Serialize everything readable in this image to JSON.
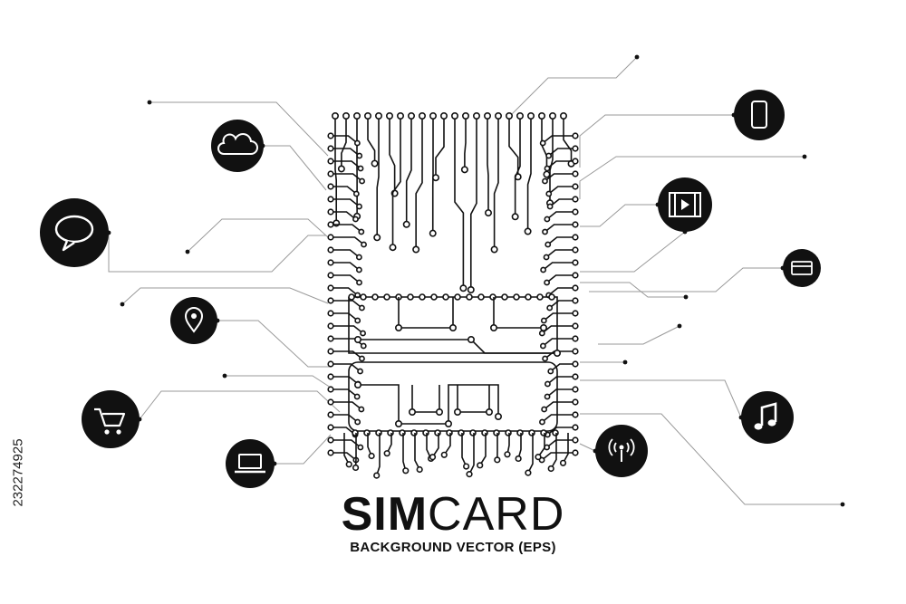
{
  "title": {
    "bold": "SIM",
    "light": "CARD"
  },
  "subtitle": "BACKGROUND VECTOR (EPS)",
  "stock_id": "232274925",
  "icons": [
    "cloud-icon",
    "speech-bubble-icon",
    "location-pin-icon",
    "shopping-cart-icon",
    "laptop-icon",
    "smartphone-icon",
    "video-player-icon",
    "credit-card-icon",
    "music-note-icon",
    "wireless-signal-icon"
  ],
  "colors": {
    "ink": "#111111",
    "connector": "#9a9a9a",
    "background": "#ffffff"
  }
}
